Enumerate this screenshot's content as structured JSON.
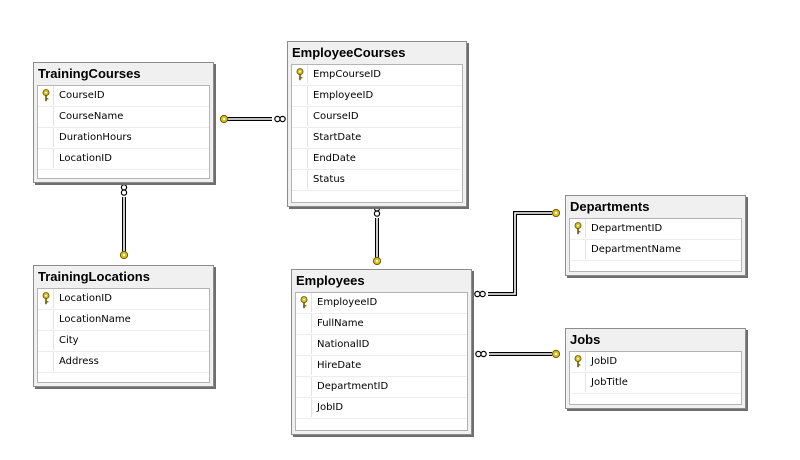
{
  "tables": [
    {
      "id": "training-courses",
      "title": "TrainingCourses",
      "columns": [
        {
          "name": "CourseID",
          "pk": true
        },
        {
          "name": "CourseName",
          "pk": false
        },
        {
          "name": "DurationHours",
          "pk": false
        },
        {
          "name": "LocationID",
          "pk": false
        }
      ]
    },
    {
      "id": "employee-courses",
      "title": "EmployeeCourses",
      "columns": [
        {
          "name": "EmpCourseID",
          "pk": true
        },
        {
          "name": "EmployeeID",
          "pk": false
        },
        {
          "name": "CourseID",
          "pk": false
        },
        {
          "name": "StartDate",
          "pk": false
        },
        {
          "name": "EndDate",
          "pk": false
        },
        {
          "name": "Status",
          "pk": false
        }
      ]
    },
    {
      "id": "training-locations",
      "title": "TrainingLocations",
      "columns": [
        {
          "name": "LocationID",
          "pk": true
        },
        {
          "name": "LocationName",
          "pk": false
        },
        {
          "name": "City",
          "pk": false
        },
        {
          "name": "Address",
          "pk": false
        }
      ]
    },
    {
      "id": "employees",
      "title": "Employees",
      "columns": [
        {
          "name": "EmployeeID",
          "pk": true
        },
        {
          "name": "FullName",
          "pk": false
        },
        {
          "name": "NationalID",
          "pk": false
        },
        {
          "name": "HireDate",
          "pk": false
        },
        {
          "name": "DepartmentID",
          "pk": false
        },
        {
          "name": "JobID",
          "pk": false
        }
      ]
    },
    {
      "id": "departments",
      "title": "Departments",
      "columns": [
        {
          "name": "DepartmentID",
          "pk": true
        },
        {
          "name": "DepartmentName",
          "pk": false
        }
      ]
    },
    {
      "id": "jobs",
      "title": "Jobs",
      "columns": [
        {
          "name": "JobID",
          "pk": true
        },
        {
          "name": "JobTitle",
          "pk": false
        }
      ]
    }
  ],
  "relationships": [
    {
      "from": "employee-courses",
      "to": "training-courses",
      "one_end": "training-courses",
      "many_end": "employee-courses"
    },
    {
      "from": "training-courses",
      "to": "training-locations",
      "one_end": "training-locations",
      "many_end": "training-courses"
    },
    {
      "from": "employees",
      "to": "employee-courses",
      "one_end": "employees",
      "many_end": "employee-courses"
    },
    {
      "from": "employees",
      "to": "departments",
      "one_end": "departments",
      "many_end": "employees"
    },
    {
      "from": "employees",
      "to": "jobs",
      "one_end": "jobs",
      "many_end": "employees"
    }
  ],
  "colors": {
    "key_icon": "#d8c020",
    "relationship_line": "#000000",
    "table_frame": "#f0f0f0"
  },
  "icons": {
    "primary_key": "key-icon",
    "one_end": "key-icon",
    "many_end": "infinity-icon"
  }
}
